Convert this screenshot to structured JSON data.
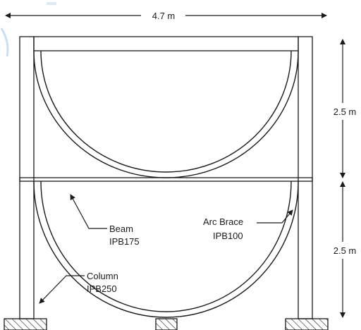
{
  "dimensions": {
    "width": "4.7 m",
    "story_height_top": "2.5 m",
    "story_height_bottom": "2.5 m"
  },
  "labels": {
    "beam_name": "Beam",
    "beam_section": "IPB175",
    "arc_brace_name": "Arc Brace",
    "arc_brace_section": "IPB100",
    "column_name": "Column",
    "column_section": "IPB250"
  },
  "colors": {
    "line": "#1a1a1a",
    "background": "#ffffff"
  }
}
